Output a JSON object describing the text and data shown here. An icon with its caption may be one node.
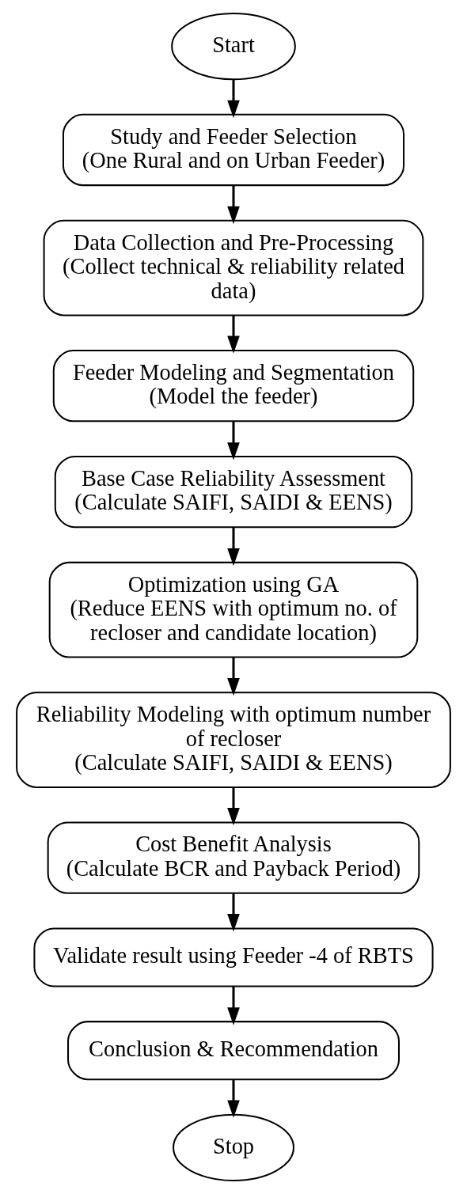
{
  "diagram": {
    "nodes": [
      {
        "text": [
          "Start"
        ]
      },
      {
        "text": [
          "Study and Feeder Selection",
          "(One Rural and on Urban Feeder)"
        ]
      },
      {
        "text": [
          "Data Collection and Pre-Processing",
          "(Collect technical & reliability related data)"
        ]
      },
      {
        "text": [
          "Feeder Modeling and Segmentation",
          "(Model the feeder)"
        ]
      },
      {
        "text": [
          "Base Case Reliability Assessment",
          "(Calculate SAIFI, SAIDI & EENS)"
        ]
      },
      {
        "text": [
          "Optimization using GA",
          "(Reduce EENS with optimum no. of recloser and candidate location)"
        ]
      },
      {
        "text": [
          "Reliability Modeling with optimum number of recloser",
          "(Calculate SAIFI, SAIDI & EENS)"
        ]
      },
      {
        "text": [
          "Cost Benefit Analysis",
          "(Calculate BCR and Payback Period)"
        ]
      },
      {
        "text": [
          "Validate result using Feeder -4 of RBTS"
        ]
      },
      {
        "text": [
          "Conclusion & Recommendation"
        ]
      },
      {
        "text": [
          "Stop"
        ]
      }
    ],
    "edges": [
      {
        "from": 0,
        "to": 1,
        "arrow": "to"
      },
      {
        "from": 1,
        "to": 2,
        "arrow": "to"
      },
      {
        "from": 2,
        "to": 3,
        "arrow": "to"
      },
      {
        "from": 3,
        "to": 4,
        "arrow": "to"
      },
      {
        "from": 4,
        "to": 5,
        "arrow": "to"
      },
      {
        "from": 5,
        "to": 6,
        "arrow": "to"
      },
      {
        "from": 6,
        "to": 7,
        "arrow": "to"
      },
      {
        "from": 7,
        "to": 8,
        "arrow": "to"
      },
      {
        "from": 8,
        "to": 9,
        "arrow": "to"
      },
      {
        "from": 9,
        "to": 10,
        "arrow": "to"
      }
    ]
  }
}
